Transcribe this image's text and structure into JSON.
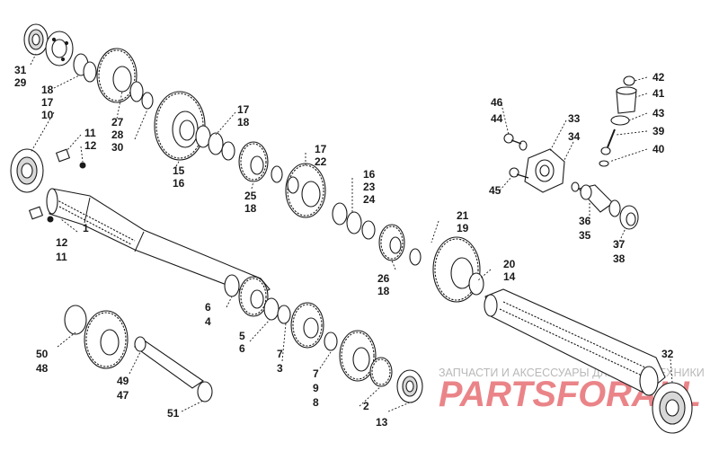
{
  "labels": [
    {
      "id": "c31",
      "text": "31"
    },
    {
      "id": "c29",
      "text": "29"
    },
    {
      "id": "c18a",
      "text": "18"
    },
    {
      "id": "c17a",
      "text": "17"
    },
    {
      "id": "c10",
      "text": "10"
    },
    {
      "id": "c11a",
      "text": "11"
    },
    {
      "id": "c12a",
      "text": "12"
    },
    {
      "id": "c27",
      "text": "27"
    },
    {
      "id": "c28",
      "text": "28"
    },
    {
      "id": "c30",
      "text": "30"
    },
    {
      "id": "c15",
      "text": "15"
    },
    {
      "id": "c16a",
      "text": "16"
    },
    {
      "id": "c17b",
      "text": "17"
    },
    {
      "id": "c18b",
      "text": "18"
    },
    {
      "id": "c25",
      "text": "25"
    },
    {
      "id": "c18c",
      "text": "18"
    },
    {
      "id": "c17c",
      "text": "17"
    },
    {
      "id": "c22",
      "text": "22"
    },
    {
      "id": "c16b",
      "text": "16"
    },
    {
      "id": "c23",
      "text": "23"
    },
    {
      "id": "c24",
      "text": "24"
    },
    {
      "id": "c1",
      "text": "1"
    },
    {
      "id": "c12b",
      "text": "12"
    },
    {
      "id": "c11b",
      "text": "11"
    },
    {
      "id": "c21",
      "text": "21"
    },
    {
      "id": "c19",
      "text": "19"
    },
    {
      "id": "c26",
      "text": "26"
    },
    {
      "id": "c18d",
      "text": "18"
    },
    {
      "id": "c20",
      "text": "20"
    },
    {
      "id": "c14",
      "text": "14"
    },
    {
      "id": "c6a",
      "text": "6"
    },
    {
      "id": "c4",
      "text": "4"
    },
    {
      "id": "c5",
      "text": "5"
    },
    {
      "id": "c6b",
      "text": "6"
    },
    {
      "id": "c7a",
      "text": "7"
    },
    {
      "id": "c3",
      "text": "3"
    },
    {
      "id": "c7b",
      "text": "7"
    },
    {
      "id": "c9",
      "text": "9"
    },
    {
      "id": "c8",
      "text": "8"
    },
    {
      "id": "c2",
      "text": "2"
    },
    {
      "id": "c13",
      "text": "13"
    },
    {
      "id": "c50",
      "text": "50"
    },
    {
      "id": "c48",
      "text": "48"
    },
    {
      "id": "c49",
      "text": "49"
    },
    {
      "id": "c47",
      "text": "47"
    },
    {
      "id": "c51",
      "text": "51"
    },
    {
      "id": "c46",
      "text": "46"
    },
    {
      "id": "c44",
      "text": "44"
    },
    {
      "id": "c33",
      "text": "33"
    },
    {
      "id": "c34",
      "text": "34"
    },
    {
      "id": "c45",
      "text": "45"
    },
    {
      "id": "c42",
      "text": "42"
    },
    {
      "id": "c41",
      "text": "41"
    },
    {
      "id": "c43",
      "text": "43"
    },
    {
      "id": "c39",
      "text": "39"
    },
    {
      "id": "c40",
      "text": "40"
    },
    {
      "id": "c36",
      "text": "36"
    },
    {
      "id": "c35",
      "text": "35"
    },
    {
      "id": "c37",
      "text": "37"
    },
    {
      "id": "c38",
      "text": "38"
    },
    {
      "id": "c32",
      "text": "32"
    }
  ],
  "watermark": {
    "caption": "ЗАПЧАСТИ И АКСЕССУАРЫ ДЛЯ МОТОТЕХНИКИ",
    "logo": "PARTSFORALL",
    "brand_color": "#d81f26"
  }
}
